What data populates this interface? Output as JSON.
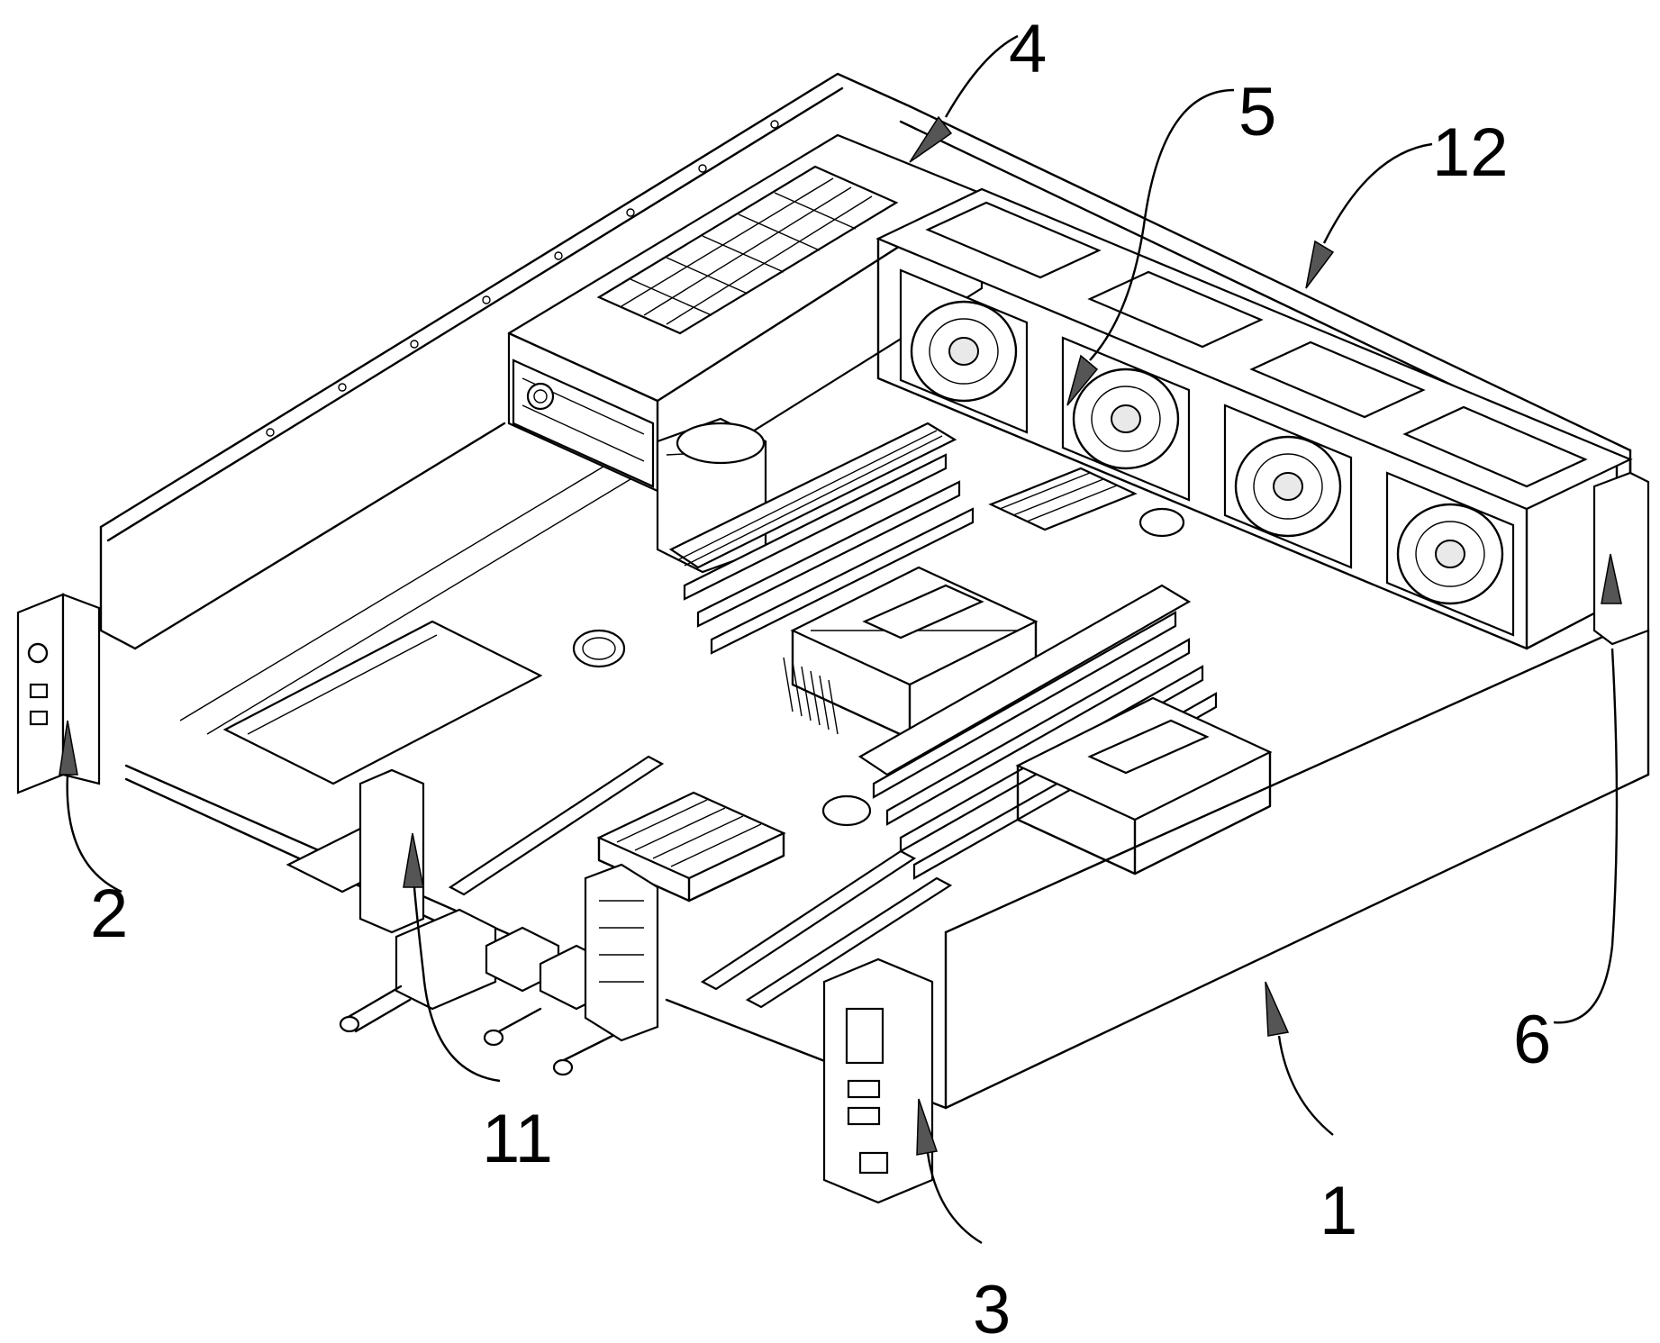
{
  "labels": {
    "l1": "1",
    "l2": "2",
    "l3": "3",
    "l4": "4",
    "l5": "5",
    "l6": "6",
    "l11": "11",
    "l12": "12"
  }
}
